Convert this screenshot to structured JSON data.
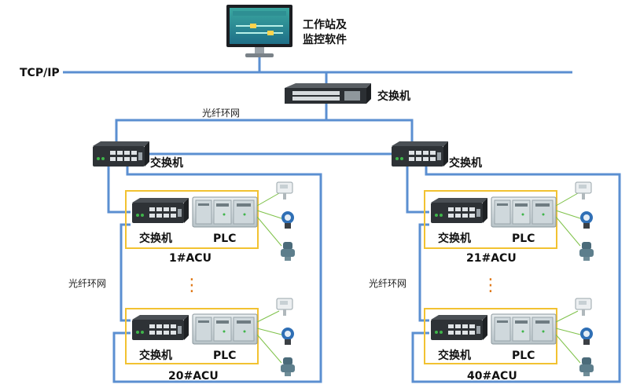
{
  "workstation": {
    "label_line1": "工作站及",
    "label_line2": "监控软件"
  },
  "network": {
    "tcpip_label": "TCP/IP"
  },
  "core_switch": {
    "label": "交换机"
  },
  "ring": {
    "top_label": "光纤环网",
    "left_label": "光纤环网",
    "right_label": "光纤环网"
  },
  "left_group": {
    "switch_label": "交换机",
    "acu_top": {
      "switch_label": "交换机",
      "plc_label": "PLC",
      "name": "1#ACU"
    },
    "acu_bottom": {
      "switch_label": "交换机",
      "plc_label": "PLC",
      "name": "20#ACU"
    },
    "ellipsis": "⋮"
  },
  "right_group": {
    "switch_label": "交换机",
    "acu_top": {
      "switch_label": "交换机",
      "plc_label": "PLC",
      "name": "21#ACU"
    },
    "acu_bottom": {
      "switch_label": "交换机",
      "plc_label": "PLC",
      "name": "40#ACU"
    },
    "ellipsis": "⋮"
  },
  "colors": {
    "link": "#5b8fd1",
    "acu_border": "#f2c231",
    "ellipsis": "#e07a1a",
    "sensor_link": "#7fc24a"
  }
}
